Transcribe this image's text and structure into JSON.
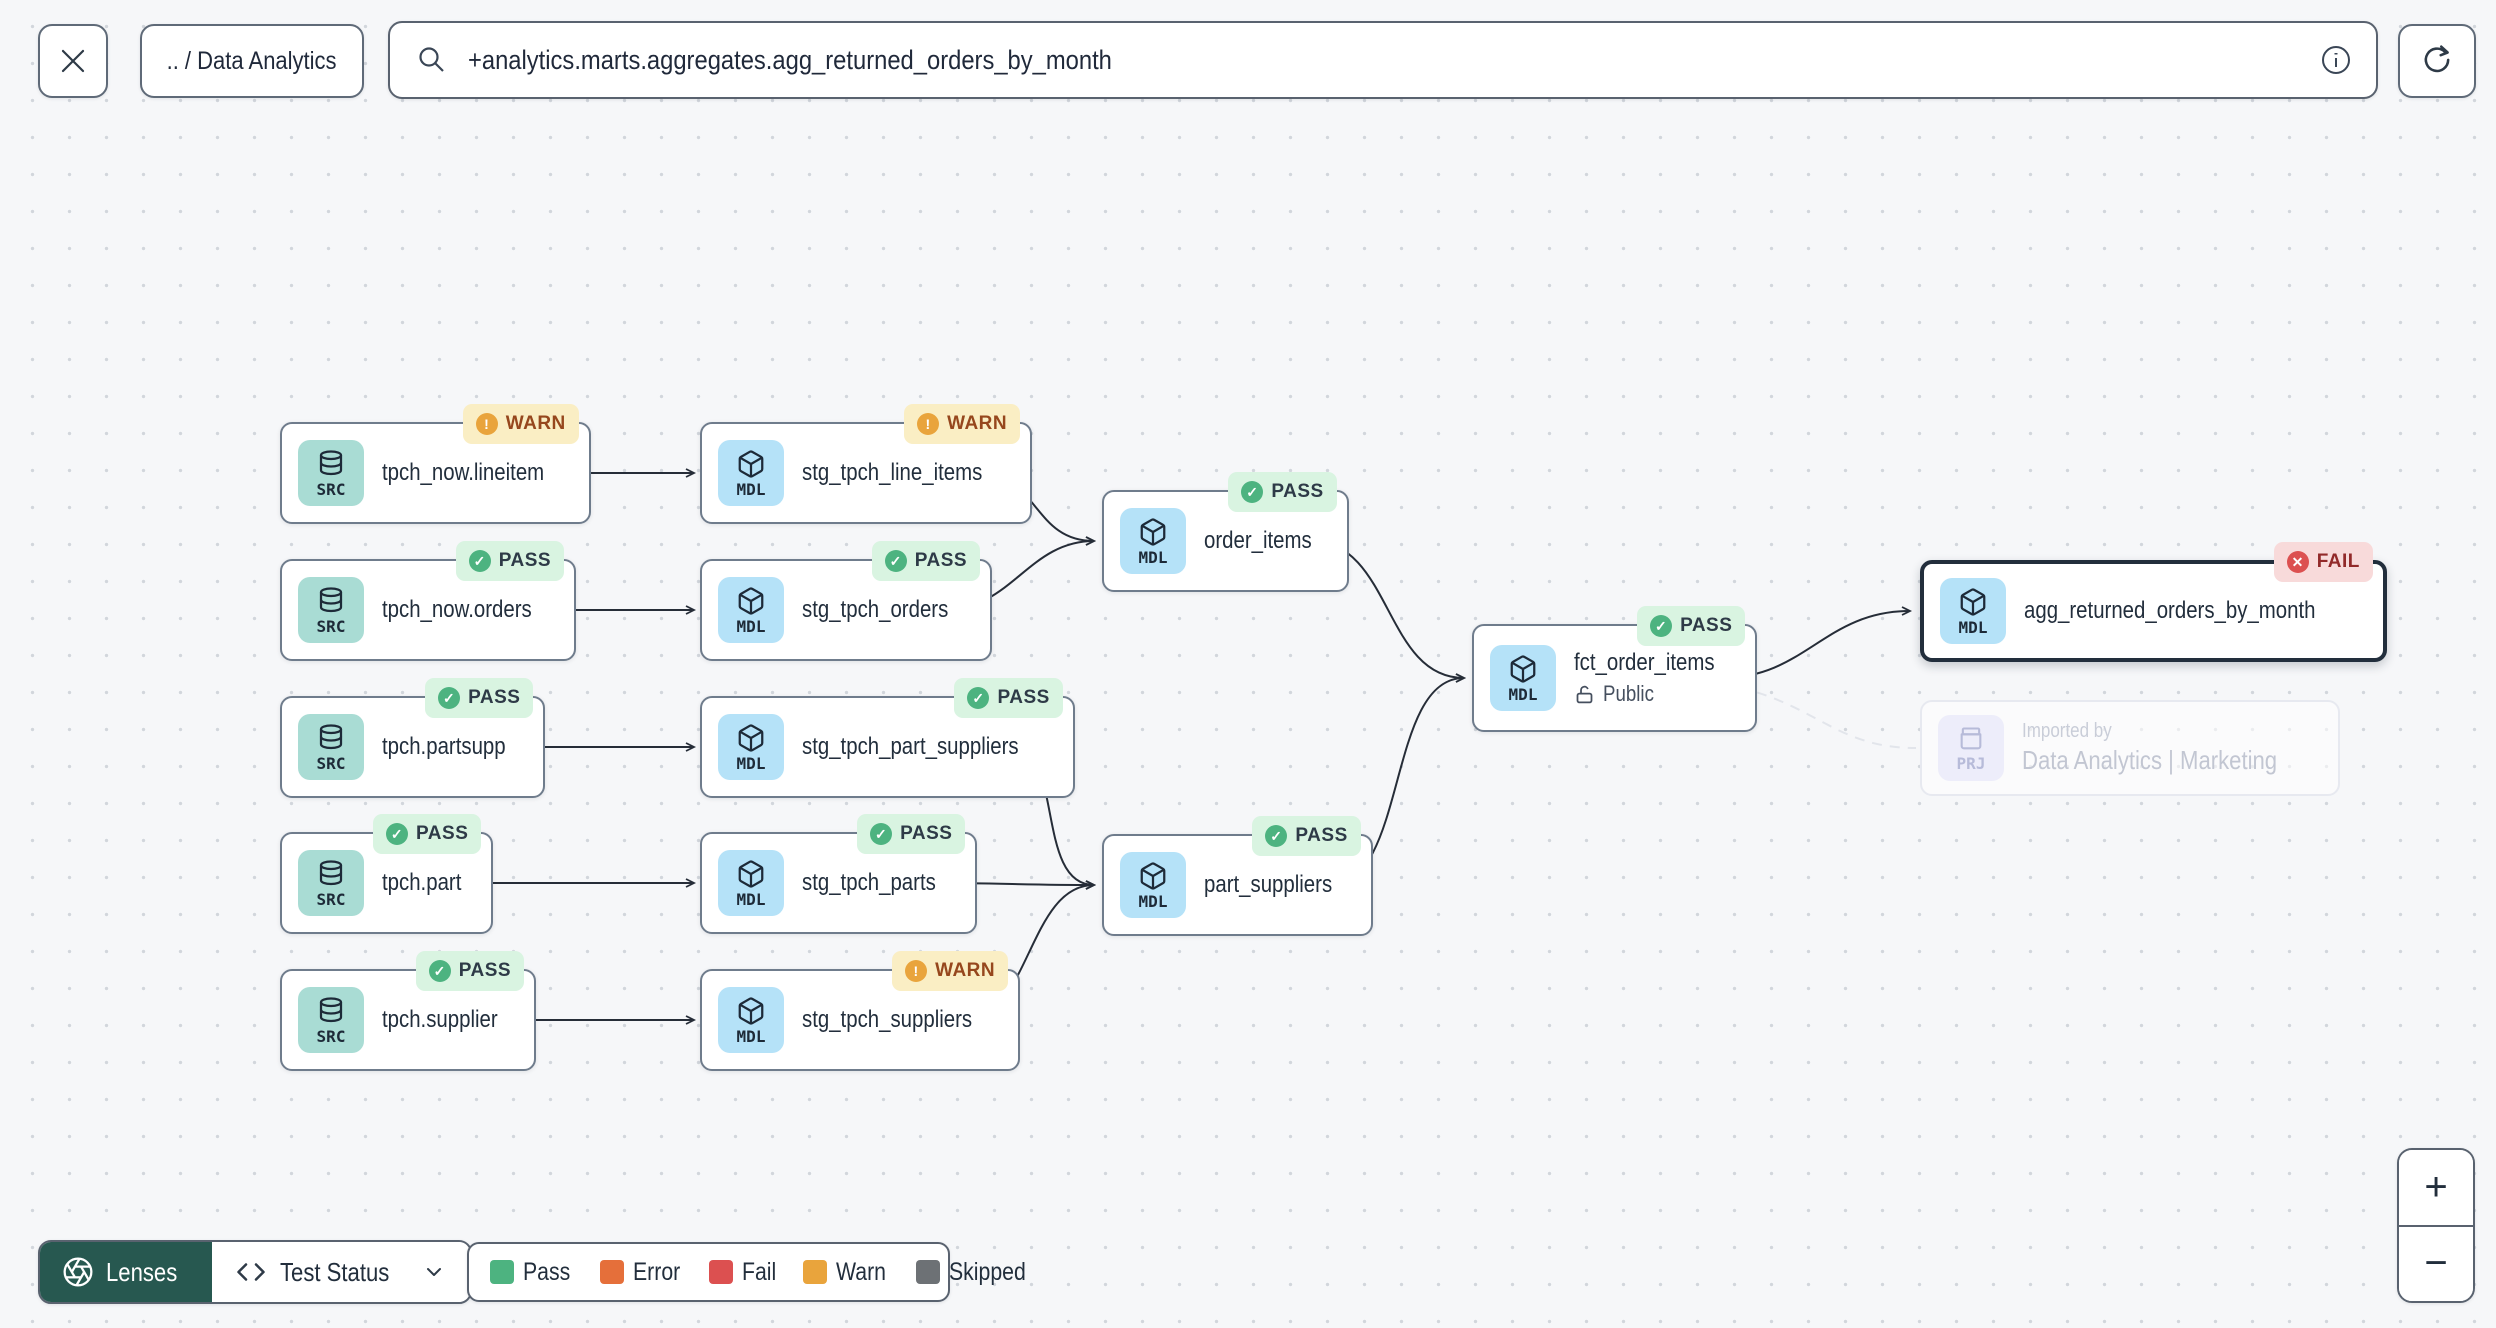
{
  "topbar": {
    "breadcrumb": ".. / Data Analytics",
    "search_value": "+analytics.marts.aggregates.agg_returned_orders_by_month"
  },
  "graph": {
    "nodes": [
      {
        "label": "tpch_now.lineitem",
        "type": "SRC",
        "status": "WARN"
      },
      {
        "label": "stg_tpch_line_items",
        "type": "MDL",
        "status": "WARN"
      },
      {
        "label": "tpch_now.orders",
        "type": "SRC",
        "status": "PASS"
      },
      {
        "label": "stg_tpch_orders",
        "type": "MDL",
        "status": "PASS"
      },
      {
        "label": "tpch.partsupp",
        "type": "SRC",
        "status": "PASS"
      },
      {
        "label": "stg_tpch_part_suppliers",
        "type": "MDL",
        "status": "PASS"
      },
      {
        "label": "tpch.part",
        "type": "SRC",
        "status": "PASS"
      },
      {
        "label": "stg_tpch_parts",
        "type": "MDL",
        "status": "PASS"
      },
      {
        "label": "tpch.supplier",
        "type": "SRC",
        "status": "PASS"
      },
      {
        "label": "stg_tpch_suppliers",
        "type": "MDL",
        "status": "WARN"
      },
      {
        "label": "order_items",
        "type": "MDL",
        "status": "PASS"
      },
      {
        "label": "part_suppliers",
        "type": "MDL",
        "status": "PASS"
      },
      {
        "label": "fct_order_items",
        "type": "MDL",
        "status": "PASS",
        "access": "Public"
      },
      {
        "label": "agg_returned_orders_by_month",
        "type": "MDL",
        "status": "FAIL",
        "selected": true
      },
      {
        "kicker": "Imported by",
        "label": "Data Analytics | Marketing",
        "type": "PRJ"
      }
    ]
  },
  "footer": {
    "lenses_label": "Lenses",
    "lens_selector_label": "Test Status",
    "legend": {
      "items": [
        {
          "label": "Pass",
          "color": "#4db380"
        },
        {
          "label": "Error",
          "color": "#e56f3a"
        },
        {
          "label": "Fail",
          "color": "#dc5050"
        },
        {
          "label": "Warn",
          "color": "#e9a43c"
        },
        {
          "label": "Skipped",
          "color": "#6d7175"
        }
      ]
    }
  },
  "zoom_controls": {
    "zoom_in": "+",
    "zoom_out": "−"
  }
}
